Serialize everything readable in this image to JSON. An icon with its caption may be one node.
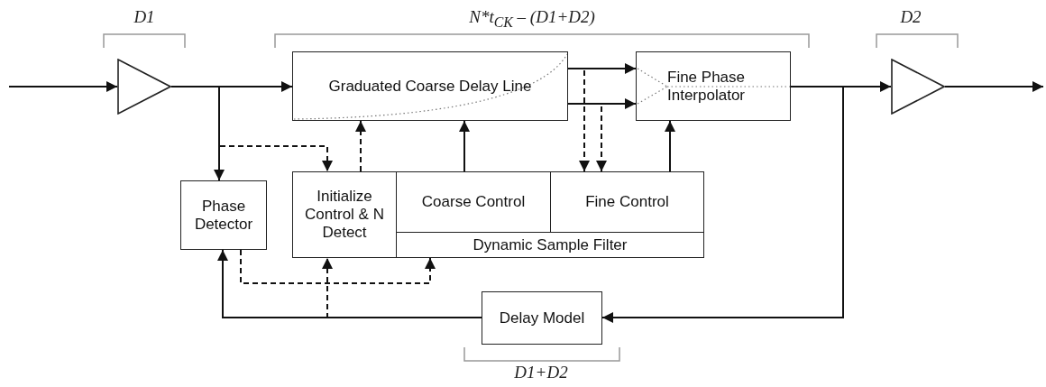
{
  "diagram": {
    "nodes": [
      {
        "text": [],
        "shape": "triangle"
      },
      {
        "text": [
          "Graduated Coarse Delay Line"
        ]
      },
      {
        "text": [
          "Fine Phase Interpolator"
        ]
      },
      {
        "text": [],
        "shape": "triangle"
      },
      {
        "text": [
          "Phase Detector"
        ]
      },
      {
        "text": [
          "Initialize Control & N Detect"
        ]
      },
      {
        "text": [
          "Coarse Control"
        ]
      },
      {
        "text": [
          "Fine Control"
        ]
      },
      {
        "text": [
          "Dynamic Sample Filter"
        ]
      },
      {
        "text": [
          "Delay Model"
        ]
      }
    ],
    "edges": [
      {
        "from": null,
        "to": 0,
        "arrow": "to"
      },
      {
        "from": 0,
        "to": 1,
        "arrow": "to"
      },
      {
        "from": 0,
        "to": 4,
        "arrow": "to"
      },
      {
        "from": 0,
        "to": 5,
        "arrow": "to",
        "style": "dashed"
      },
      {
        "from": 5,
        "to": 1,
        "arrow": "to",
        "style": "dashed"
      },
      {
        "from": 6,
        "to": 1,
        "arrow": "to"
      },
      {
        "from": 1,
        "to": 2,
        "arrow": "to"
      },
      {
        "from": 1,
        "to": 2,
        "arrow": "to"
      },
      {
        "from": 1,
        "to": 7,
        "arrow": "to",
        "style": "dashed"
      },
      {
        "from": 1,
        "to": 7,
        "arrow": "to",
        "style": "dashed"
      },
      {
        "from": 7,
        "to": 2,
        "arrow": "to"
      },
      {
        "from": 2,
        "to": 3,
        "arrow": "to"
      },
      {
        "from": 3,
        "to": null,
        "arrow": "to"
      },
      {
        "from": 2,
        "to": 9,
        "arrow": "to"
      },
      {
        "from": 9,
        "to": 4,
        "arrow": "to"
      },
      {
        "from": 9,
        "to": 5,
        "arrow": "to",
        "style": "dashed"
      },
      {
        "from": 4,
        "to": 8,
        "arrow": "to",
        "style": "dashed"
      }
    ],
    "labels": [
      "D1",
      "N*t$_{CK}$ – (D1+D2)",
      "D2",
      "D1+D2"
    ]
  }
}
